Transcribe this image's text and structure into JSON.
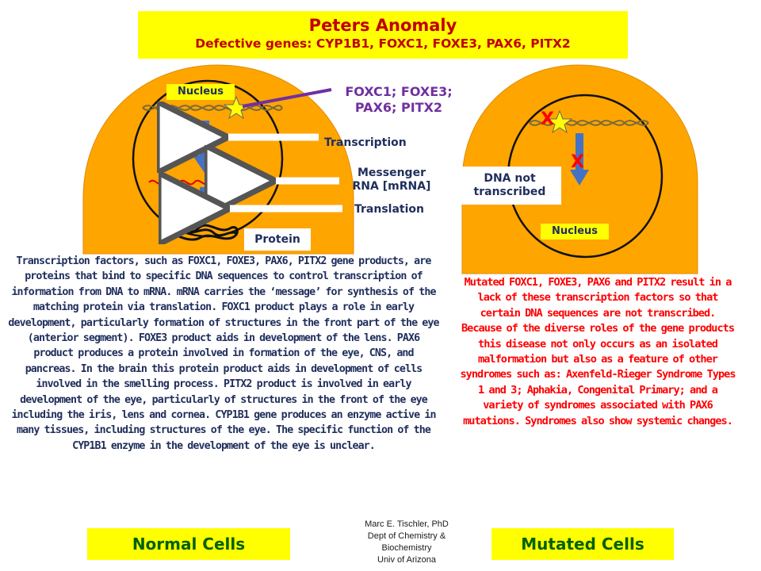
{
  "title": {
    "main": "Peters Anomaly",
    "subtitle": "Defective genes: CYP1B1, FOXC1, FOXE3, PAX6, PITX2"
  },
  "normal_cell": {
    "nucleus_label": "Nucleus",
    "gene_label_line1": "FOXC1; FOXE3;",
    "gene_label_line2": "PAX6; PITX2",
    "transcription_label": "Transcription",
    "mrna_label_line1": "Messenger",
    "mrna_label_line2": "RNA [mRNA]",
    "translation_label": "Translation",
    "protein_label": "Protein",
    "description": "Transcription factors, such as FOXC1, FOXE3, PAX6, PITX2 gene products, are proteins that bind to specific DNA sequences to control transcription of information from DNA to mRNA. mRNA carries the ‘message’ for synthesis of the matching protein via translation. FOXC1 product plays a role in early development, particularly formation of structures in the front part of the eye (anterior segment). FOXE3 product aids in development of the lens. PAX6 product produces a protein involved in formation of the eye, CNS, and pancreas. In the brain this protein product aids in development of cells involved in the smelling process. PITX2 product is involved in early development of the eye, particularly of structures in the front of the eye including the iris, lens and cornea. CYP1B1 gene produces an enzyme active in many tissues, including structures of the eye. The specific function of the CYP1B1 enzyme in the development of the eye is unclear."
  },
  "mutated_cell": {
    "nucleus_label": "Nucleus",
    "not_transcribed_line1": "DNA not",
    "not_transcribed_line2": "transcribed",
    "x_mark": "X",
    "description": "Mutated FOXC1, FOXE3, PAX6 and PITX2 result in a lack of these transcription factors so that certain DNA sequences are not transcribed. Because of the diverse roles of the gene products this disease not only occurs as an isolated malformation but also as a feature of other syndromes such as: Axenfeld-Rieger Syndrome Types 1 and 3; Aphakia, Congenital Primary; and a variety of syndromes associated with PAX6 mutations. Syndromes also show systemic changes."
  },
  "credit": {
    "line1": "Marc E. Tischler, PhD",
    "line2": "Dept of Chemistry &",
    "line3": "Biochemistry",
    "line4": "Univ of Arizona"
  },
  "footer": {
    "normal_label": "Normal Cells",
    "mutated_label": "Mutated Cells"
  },
  "colors": {
    "cell_fill": "#ffa500",
    "arrow_blue": "#4472c4",
    "highlight_yellow": "#ffff00",
    "mutation_red": "#ff0000",
    "label_navy": "#1f2e5c",
    "gene_label_purple": "#7030a0",
    "footer_green": "#006100"
  }
}
